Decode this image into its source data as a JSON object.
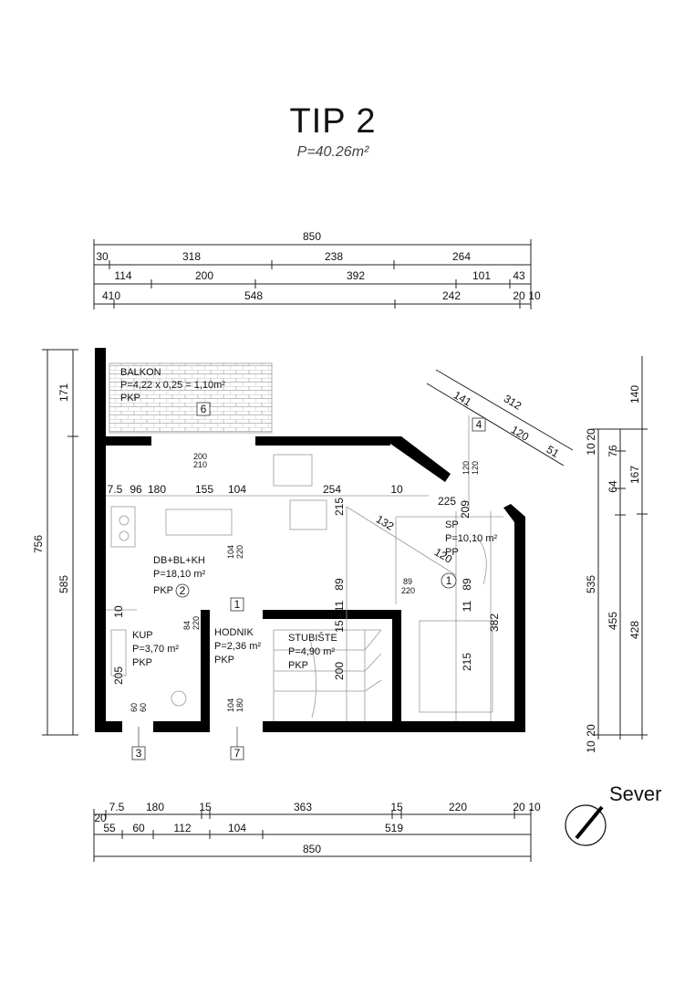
{
  "header": {
    "title": "TIP 2",
    "area": "P=40.26m²"
  },
  "top_dims": {
    "total": "850",
    "row1": [
      "30",
      "318",
      "238",
      "264"
    ],
    "row2": [
      "114",
      "200",
      "392",
      "101",
      "43"
    ],
    "row3": [
      "410",
      "548",
      "242",
      "20",
      "10"
    ]
  },
  "bottom_dims": {
    "row1": [
      "20",
      "7.5",
      "180",
      "15",
      "363",
      "15",
      "220",
      "20",
      "10"
    ],
    "row2": [
      "55",
      "60",
      "112",
      "104",
      "519"
    ],
    "total": "850"
  },
  "left_dims": {
    "outer": "756",
    "upper": "171",
    "lower": "585"
  },
  "right_dims": {
    "outer": [
      "140",
      "167",
      "428"
    ],
    "middle": [
      "20",
      "10",
      "76",
      "64",
      "455"
    ],
    "inner": "535",
    "bottom_pair": [
      "10",
      "20"
    ]
  },
  "diagonal_dims": [
    "141",
    "312",
    "120",
    "51"
  ],
  "inner_dims": {
    "row": [
      "7.5",
      "96",
      "180",
      "155",
      "104",
      "254",
      "10"
    ],
    "sp_row": [
      "225",
      "209"
    ],
    "diag": [
      "132",
      "120"
    ],
    "vertical": [
      "215",
      "89",
      "11",
      "15",
      "200",
      "215",
      "382",
      "89",
      "11"
    ],
    "window_labels": [
      "200",
      "210",
      "104",
      "220",
      "89",
      "220",
      "84",
      "220",
      "120",
      "120",
      "60",
      "60",
      "104",
      "180",
      "205",
      "10"
    ]
  },
  "rooms": {
    "balkon": {
      "name": "BALKON",
      "area": "P=4,22 x 0,25 = 1,10m²",
      "floor": "PKP",
      "tag": "6"
    },
    "dining": {
      "name": "DB+BL+KH",
      "area": "P=18,10 m²",
      "floor": "PKP",
      "tag": "2"
    },
    "sp": {
      "name": "SP",
      "area": "P=10,10 m²",
      "floor": "PP",
      "tag": "1"
    },
    "kup": {
      "name": "KUP",
      "area": "P=3,70 m²",
      "floor": "PKP"
    },
    "hodnik": {
      "name": "HODNIK",
      "area": "P=2,36 m²",
      "floor": "PKP",
      "tag": "1"
    },
    "stubiste": {
      "name": "STUBIŠTE",
      "area": "P=4,90 m²",
      "floor": "PKP"
    }
  },
  "door_tags": [
    "3",
    "7",
    "4"
  ],
  "compass": {
    "label": "Sever"
  }
}
